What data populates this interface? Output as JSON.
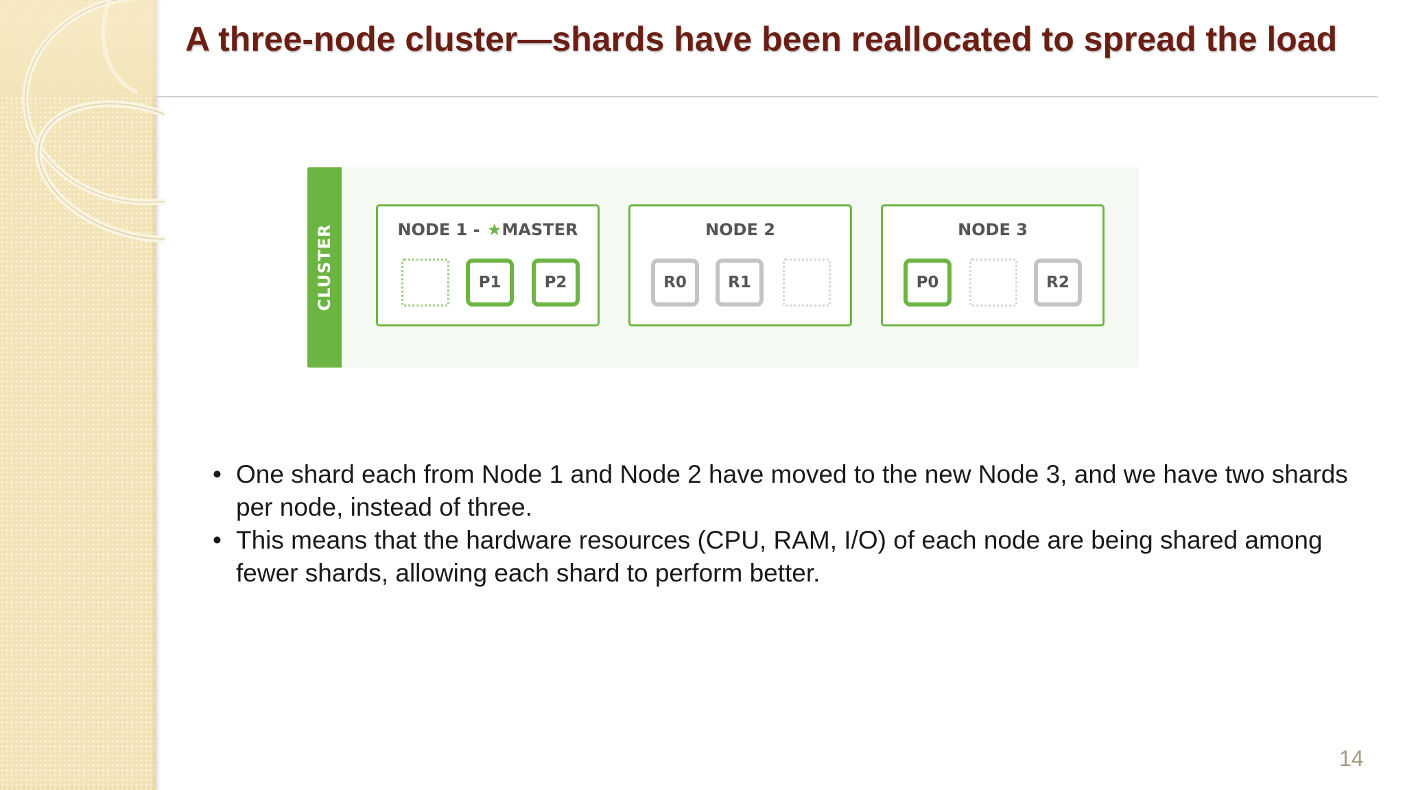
{
  "slide": {
    "title": "A three-node cluster—shards have been reallocated to spread the load",
    "page_number": "14"
  },
  "diagram": {
    "cluster_label": "CLUSTER",
    "colors": {
      "accent": "#6db543",
      "replica_border": "#c4c4c4",
      "title": "#6b1f14"
    },
    "nodes": [
      {
        "title_prefix": "NODE 1 -",
        "master_icon": "star-icon",
        "title_suffix": "MASTER",
        "shards": [
          {
            "label": "",
            "kind": "empty"
          },
          {
            "label": "P1",
            "kind": "primary"
          },
          {
            "label": "P2",
            "kind": "primary"
          }
        ]
      },
      {
        "title": "NODE 2",
        "shards": [
          {
            "label": "R0",
            "kind": "replica"
          },
          {
            "label": "R1",
            "kind": "replica"
          },
          {
            "label": "",
            "kind": "empty"
          }
        ]
      },
      {
        "title": "NODE 3",
        "shards": [
          {
            "label": "P0",
            "kind": "primary"
          },
          {
            "label": "",
            "kind": "empty"
          },
          {
            "label": "R2",
            "kind": "replica"
          }
        ]
      }
    ]
  },
  "bullets": [
    {
      "marker": "•",
      "text": "One shard each from Node 1 and Node 2 have moved to the new Node 3, and we have two shards per node, instead of three."
    },
    {
      "marker": "•",
      "text": "This means that the hardware resources (CPU, RAM, I/O) of each node are being shared among fewer shards, allowing each shard to perform better."
    }
  ]
}
